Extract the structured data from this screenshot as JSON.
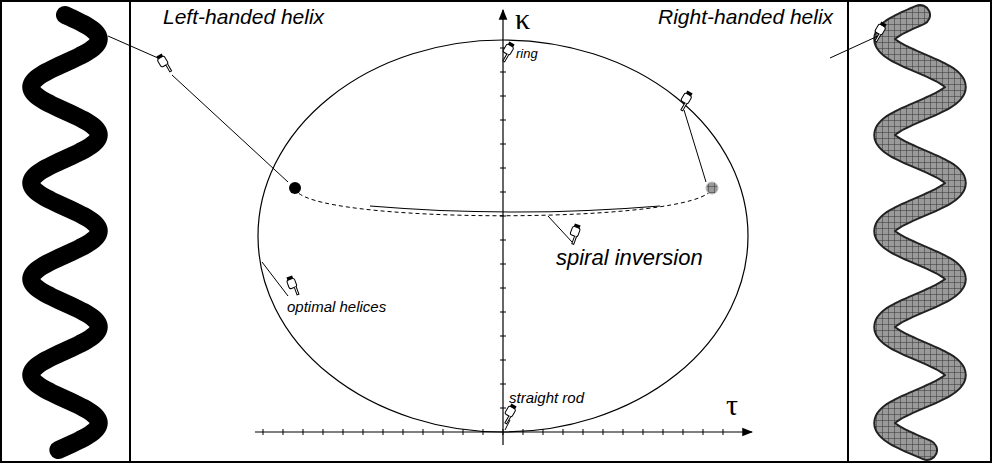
{
  "diagram": {
    "labels": [
      "Left-handed helix",
      "Right-handed helix",
      "κ",
      "τ",
      "ring",
      "spiral inversion",
      "optimal helices",
      "straight rod"
    ]
  }
}
